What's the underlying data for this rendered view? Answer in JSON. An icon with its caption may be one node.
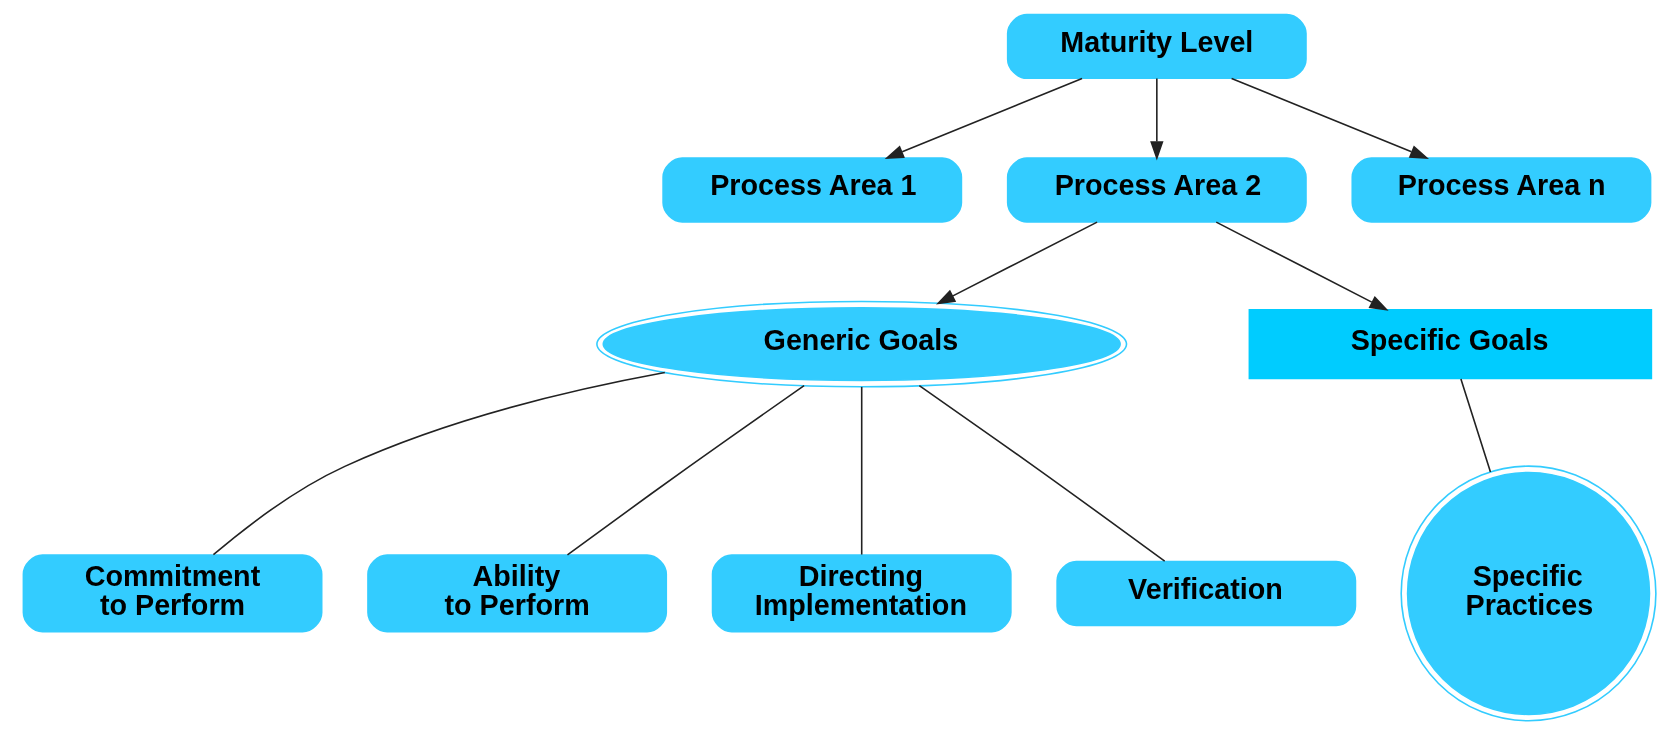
{
  "diagram": {
    "nodes": [
      {
        "text": [
          "Maturity Level"
        ]
      },
      {
        "text": [
          "Process Area 1"
        ]
      },
      {
        "text": [
          "Process Area 2"
        ]
      },
      {
        "text": [
          "Process Area n"
        ]
      },
      {
        "text": [
          "Generic Goals"
        ]
      },
      {
        "text": [
          "Specific Goals"
        ]
      },
      {
        "text": [
          "Commitment to Perform"
        ]
      },
      {
        "text": [
          "Ability to Perform"
        ]
      },
      {
        "text": [
          "Directing Implementation"
        ]
      },
      {
        "text": [
          "Verification"
        ]
      },
      {
        "text": [
          "Specific Practices"
        ]
      }
    ],
    "edges": [
      {
        "from": 0,
        "to": 1,
        "arrow": "to"
      },
      {
        "from": 0,
        "to": 2,
        "arrow": "to"
      },
      {
        "from": 0,
        "to": 3,
        "arrow": "to"
      },
      {
        "from": 2,
        "to": 4,
        "arrow": "to"
      },
      {
        "from": 2,
        "to": 5,
        "arrow": "to"
      },
      {
        "from": 4,
        "to": 6,
        "arrow": "none"
      },
      {
        "from": 4,
        "to": 7,
        "arrow": "none"
      },
      {
        "from": 4,
        "to": 8,
        "arrow": "none"
      },
      {
        "from": 4,
        "to": 9,
        "arrow": "none"
      },
      {
        "from": 5,
        "to": 10,
        "arrow": "none"
      }
    ]
  }
}
